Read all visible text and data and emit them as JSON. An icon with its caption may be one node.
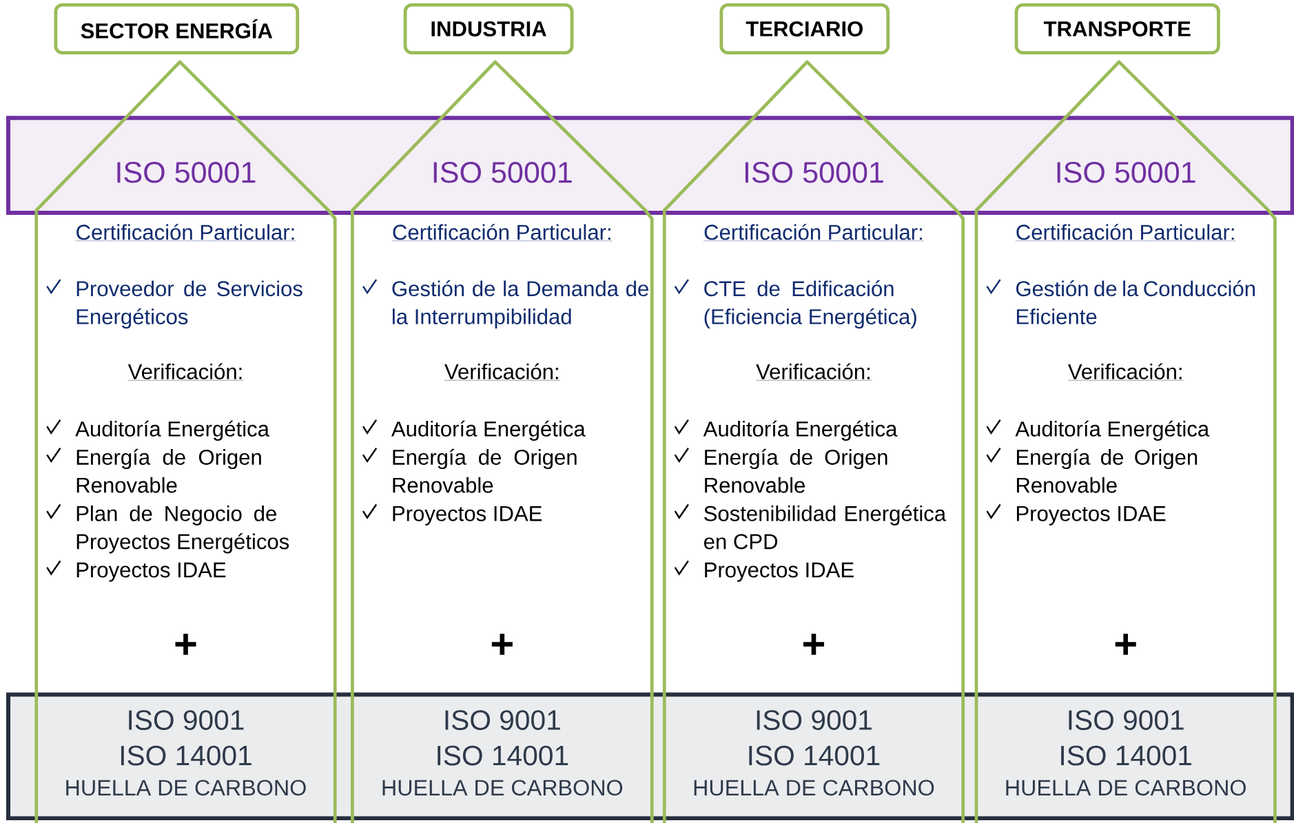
{
  "diagram": {
    "nodes": [
      {
        "text": [
          "SECTOR ENERGÍA"
        ]
      },
      {
        "text": [
          "INDUSTRIA"
        ]
      },
      {
        "text": [
          "TERCIARIO"
        ]
      },
      {
        "text": [
          "TRANSPORTE"
        ]
      },
      {
        "text": [
          "ISO 50001",
          "Certificación Particular:",
          "Proveedor  de Servicios Energéticos",
          "Verificación:",
          "Auditoría Energética",
          "Energía de Origen Renovable",
          "Plan de Negocio de Proyectos Energéticos",
          "Proyectos IDAE",
          "+",
          "ISO 9001",
          "ISO 14001",
          "HUELLA DE CARBONO"
        ]
      },
      {
        "text": [
          "ISO 50001",
          "Certificación Particular:",
          "Gestión de la Demanda de la Interrumpibilidad",
          "Verificación:",
          "Auditoría Energética",
          "Energía de Origen Renovable",
          "Proyectos IDAE",
          "+",
          "ISO 9001",
          "ISO 14001",
          "HUELLA DE CARBONO"
        ]
      },
      {
        "text": [
          "ISO 50001",
          "Certificación Particular:",
          "CTE de Edificación (Eficiencia Energética)",
          "Verificación:",
          "Auditoría Energética",
          "Energía de Origen Renovable",
          "Sostenibilidad Energética en CPD",
          "Proyectos IDAE",
          "+",
          "ISO 9001",
          "ISO 14001",
          "HUELLA DE CARBONO"
        ]
      },
      {
        "text": [
          "ISO 50001",
          "Certificación Particular:",
          "Gestión de la Conducción Eficiente",
          "Verificación:",
          "Auditoría Energética",
          "Energía de Origen Renovable",
          "Proyectos IDAE",
          "+",
          "ISO 9001",
          "ISO 14001",
          "HUELLA DE CARBONO"
        ]
      }
    ]
  }
}
